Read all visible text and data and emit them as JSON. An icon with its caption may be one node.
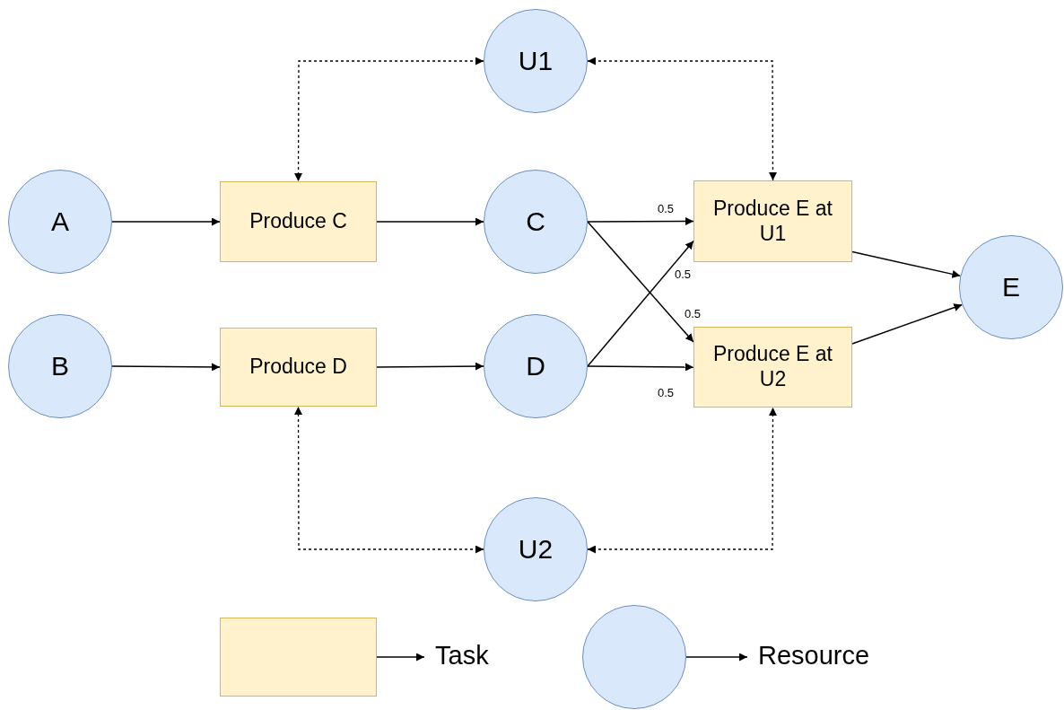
{
  "diagram": {
    "nodes": [
      {
        "text": [
          "U1"
        ]
      },
      {
        "text": [
          "A"
        ]
      },
      {
        "text": [
          "Produce C"
        ]
      },
      {
        "text": [
          "C"
        ]
      },
      {
        "text": [
          "Produce E at U1"
        ]
      },
      {
        "text": [
          "E"
        ]
      },
      {
        "text": [
          "B"
        ]
      },
      {
        "text": [
          "Produce D"
        ]
      },
      {
        "text": [
          "D"
        ]
      },
      {
        "text": [
          "Produce E at U2"
        ]
      },
      {
        "text": [
          "U2"
        ]
      }
    ],
    "edges": [
      {
        "from": 0,
        "to": 2,
        "arrow": "both",
        "style": "dashed"
      },
      {
        "from": 0,
        "to": 4,
        "arrow": "both",
        "style": "dashed"
      },
      {
        "from": 1,
        "to": 2,
        "arrow": "to"
      },
      {
        "from": 2,
        "to": 3,
        "arrow": "to"
      },
      {
        "from": 3,
        "to": 4,
        "arrow": "to",
        "label": "0.5"
      },
      {
        "from": 3,
        "to": 9,
        "arrow": "to",
        "label": "0.5"
      },
      {
        "from": 8,
        "to": 4,
        "arrow": "to",
        "label": "0.5"
      },
      {
        "from": 8,
        "to": 9,
        "arrow": "to",
        "label": "0.5"
      },
      {
        "from": 6,
        "to": 7,
        "arrow": "to"
      },
      {
        "from": 7,
        "to": 8,
        "arrow": "to"
      },
      {
        "from": 4,
        "to": 5,
        "arrow": "to"
      },
      {
        "from": 9,
        "to": 5,
        "arrow": "to"
      },
      {
        "from": 10,
        "to": 7,
        "arrow": "both",
        "style": "dashed"
      },
      {
        "from": 10,
        "to": 9,
        "arrow": "both",
        "style": "dashed"
      }
    ],
    "legend": [
      {
        "text": "Task",
        "color": "#fff2cc"
      },
      {
        "text": "Resource",
        "color": "#dae8fc"
      }
    ]
  }
}
